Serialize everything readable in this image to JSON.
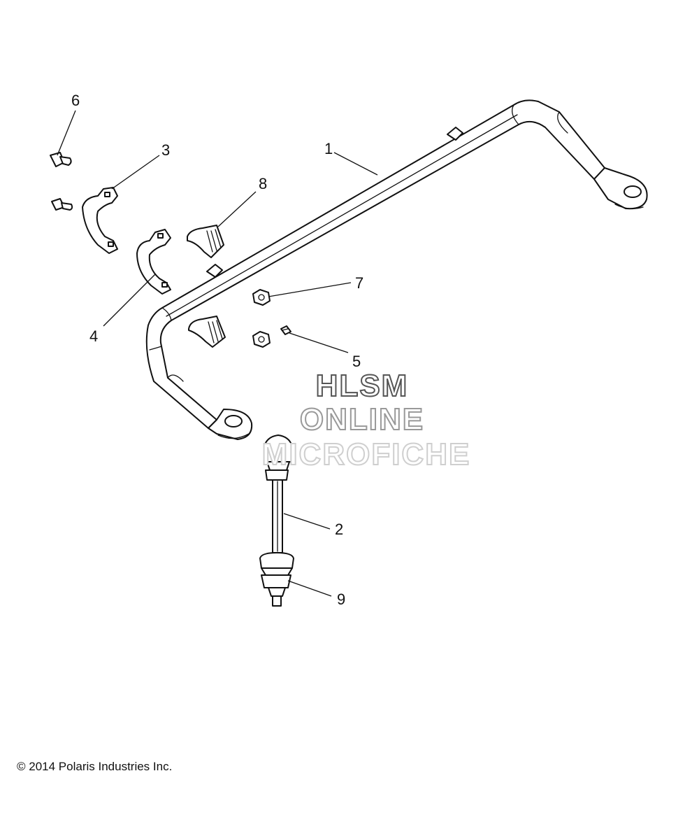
{
  "diagram": {
    "callouts": {
      "p1": "1",
      "p2": "2",
      "p3": "3",
      "p4": "4",
      "p5": "5",
      "p6": "6",
      "p7": "7",
      "p8": "8",
      "p9": "9"
    },
    "watermark": {
      "line1": "HLSM",
      "line2": "ONLINE",
      "line3": "MICROFICHE"
    }
  },
  "footer": {
    "copyright": "© 2014 Polaris Industries Inc."
  }
}
